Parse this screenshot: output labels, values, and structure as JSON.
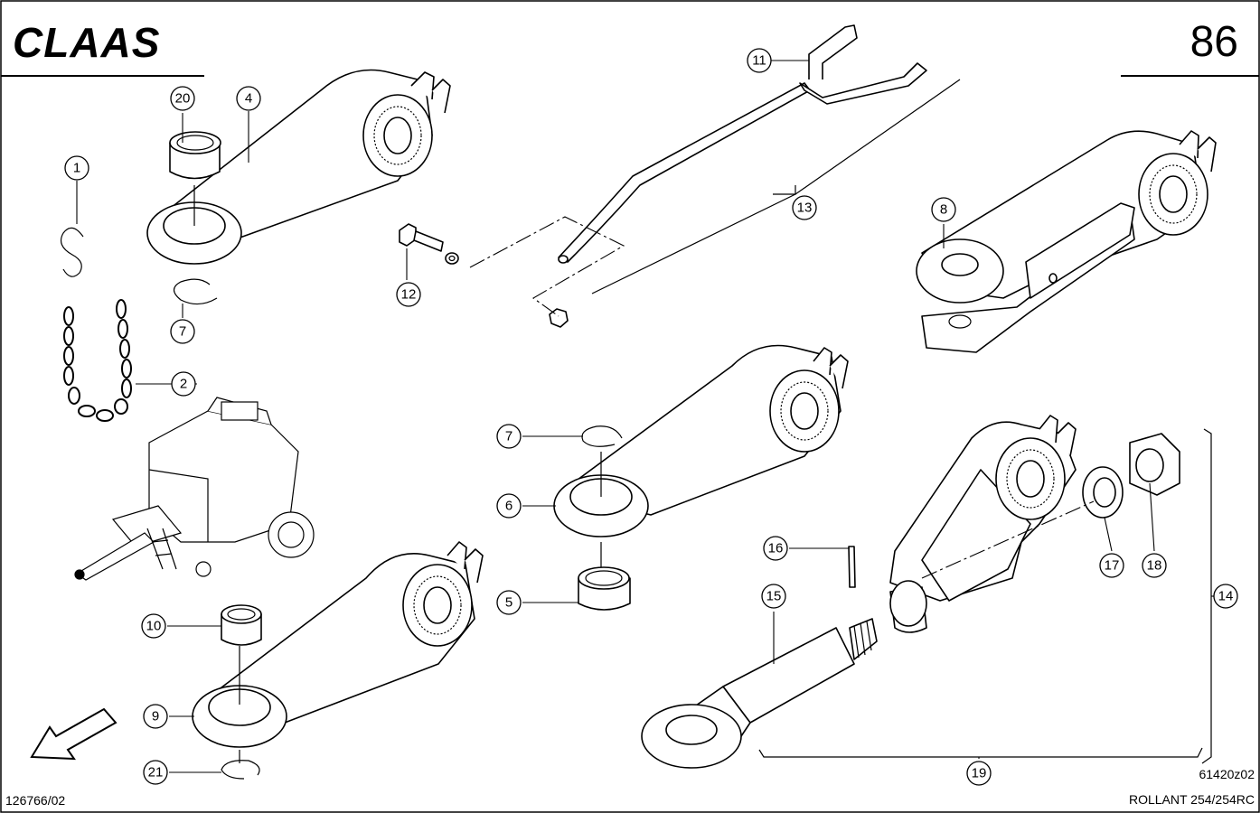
{
  "header": {
    "brand": "CLAAS",
    "page_number": "86"
  },
  "footer": {
    "doc_code": "126766/02",
    "drawing_code": "61420z02",
    "model": "ROLLANT 254/254RC"
  },
  "callouts": [
    {
      "id": "c1",
      "label": "1"
    },
    {
      "id": "c2",
      "label": "2"
    },
    {
      "id": "c4",
      "label": "4"
    },
    {
      "id": "c5",
      "label": "5"
    },
    {
      "id": "c6",
      "label": "6"
    },
    {
      "id": "c7a",
      "label": "7"
    },
    {
      "id": "c7b",
      "label": "7"
    },
    {
      "id": "c8",
      "label": "8"
    },
    {
      "id": "c9",
      "label": "9"
    },
    {
      "id": "c10",
      "label": "10"
    },
    {
      "id": "c11",
      "label": "11"
    },
    {
      "id": "c12",
      "label": "12"
    },
    {
      "id": "c13",
      "label": "13"
    },
    {
      "id": "c14",
      "label": "14"
    },
    {
      "id": "c15",
      "label": "15"
    },
    {
      "id": "c16",
      "label": "16"
    },
    {
      "id": "c17",
      "label": "17"
    },
    {
      "id": "c18",
      "label": "18"
    },
    {
      "id": "c19",
      "label": "19"
    },
    {
      "id": "c20",
      "label": "20"
    },
    {
      "id": "c21",
      "label": "21"
    }
  ],
  "icons": {
    "direction": "forward-direction-arrow-icon",
    "machine": "round-baler-thumbnail-icon"
  }
}
